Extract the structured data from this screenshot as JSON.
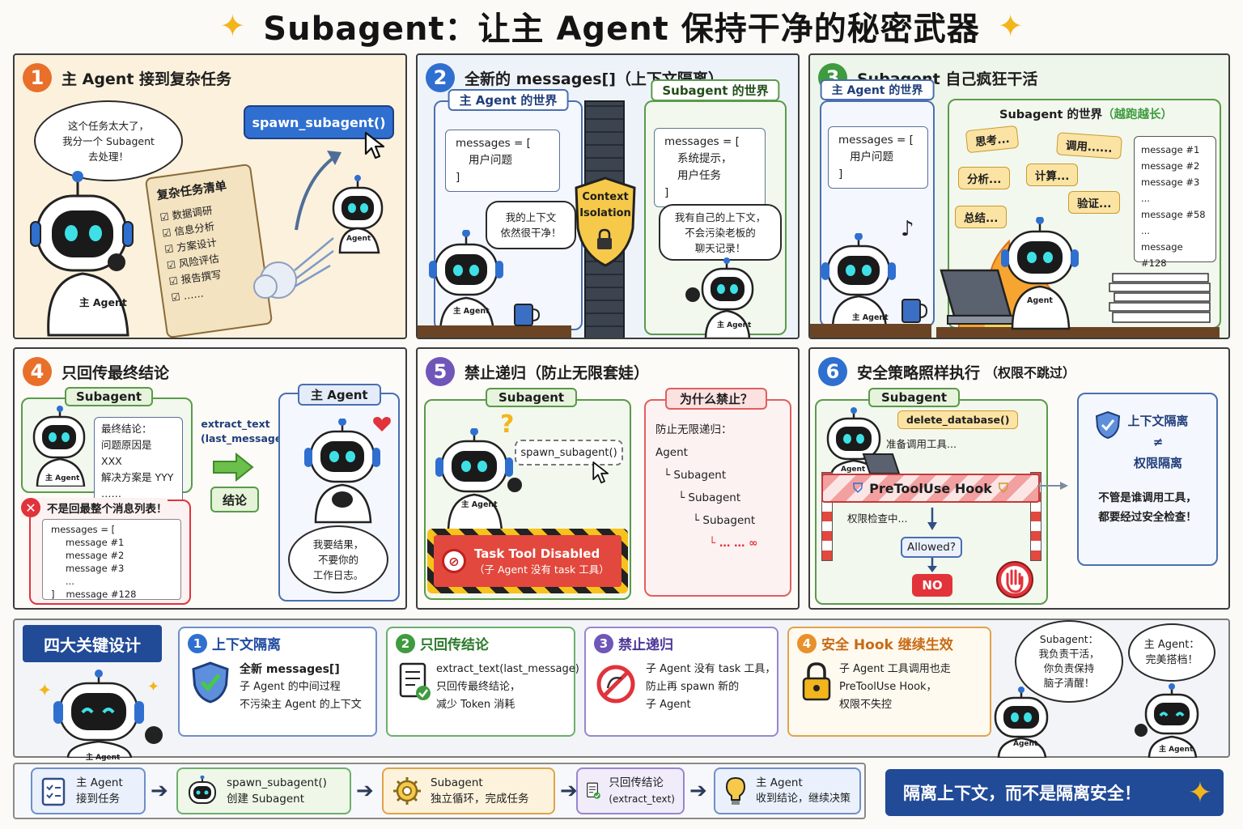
{
  "title": "Subagent：让主 Agent 保持干净的秘密武器",
  "colors": {
    "blue": "#2f6fd0",
    "orange": "#e8702a",
    "green": "#3f9b3f",
    "purple": "#6f56b8",
    "red": "#e0333b",
    "gold": "#f2b51c"
  },
  "p1": {
    "num": "1",
    "title": "主 Agent 接到复杂任务",
    "bubble": [
      "这个任务太大了，",
      "我分一个 Subagent",
      "去处理！"
    ],
    "spawn": "spawn_subagent()",
    "scroll_title": "复杂任务清单",
    "scroll_items": [
      "数据调研",
      "信息分析",
      "方案设计",
      "风险评估",
      "报告撰写",
      "……"
    ],
    "robot_label": "主 Agent",
    "mini_label": "Agent"
  },
  "p2": {
    "num": "2",
    "title": "全新的 messages[]（上下文隔离）",
    "main_tab": "主 Agent 的世界",
    "main_code": [
      "messages = [",
      "用户问题",
      "]"
    ],
    "main_bubble": [
      "我的上下文",
      "依然很干净！"
    ],
    "wall": [
      "Context",
      "Isolation"
    ],
    "sub_tab": "Subagent 的世界",
    "sub_code": [
      "messages = [",
      "系统提示，",
      "用户任务",
      "]"
    ],
    "sub_bubble": [
      "我有自己的上下文，",
      "不会污染老板的",
      "聊天记录！"
    ],
    "robot_label": "主 Agent",
    "sub_label": "主 Agent"
  },
  "p3": {
    "num": "3",
    "title": "Subagent 自己疯狂干活",
    "main_tab": "主 Agent 的世界",
    "main_code": [
      "messages = [",
      "用户问题",
      "]"
    ],
    "sub_tab": "Subagent 的世界",
    "sub_tab_note": "（越跑越长）",
    "chips": [
      "思考...",
      "调用......",
      "分析...",
      "计算...",
      "验证...",
      "总结..."
    ],
    "messages": [
      "message #1",
      "message #2",
      "message #3",
      "...",
      "message #58",
      "...",
      "message #128"
    ],
    "robot_label": "主 Agent",
    "sub_label": "Agent",
    "music_icon": "♪"
  },
  "p4": {
    "num": "4",
    "title": "只回传最终结论",
    "sub_tab": "Subagent",
    "card": [
      "最终结论：",
      "问题原因是 XXX",
      "解决方案是 YYY",
      "……"
    ],
    "sub_label": "主 Agent",
    "warn": "不是回最整个消息列表！",
    "msg_list": [
      "messages = [",
      "message #1",
      "message #2",
      "message #3",
      "...",
      "]",
      "message #128"
    ],
    "extract": [
      "extract_text",
      "(last_message)"
    ],
    "result": "结论",
    "main_tab": "主 Agent",
    "main_bubble": [
      "我要结果，",
      "不要你的",
      "工作日志。"
    ]
  },
  "p5": {
    "num": "5",
    "title": "禁止递归（防止无限套娃）",
    "sub_tab": "Subagent",
    "spawn": "spawn_subagent()",
    "robot_label": "主 Agent",
    "disabled_title": "Task Tool Disabled",
    "disabled_sub": "（子 Agent 没有 task 工具）",
    "why_tab": "为什么禁止？",
    "why_lines": [
      "防止无限递归：",
      "Agent",
      "└ Subagent",
      "└ Subagent",
      "└ Subagent",
      "└ … … ∞"
    ]
  },
  "p6": {
    "num": "6",
    "title": "安全策略照样执行",
    "title_note": "（权限不跳过）",
    "sub_tab": "Subagent",
    "call": "delete_database()",
    "preparing": "准备调用工具...",
    "sub_label": "Agent",
    "hook": "PreToolUse Hook",
    "checking": "权限检查中...",
    "allowed": "Allowed?",
    "no": "NO",
    "side": [
      "上下文隔离",
      "≠",
      "权限隔离"
    ],
    "side_note": [
      "不管是谁调用工具，",
      "都要经过安全检查！"
    ]
  },
  "key": {
    "banner": "四大关键设计",
    "robot_label": "主 Agent",
    "cards": [
      {
        "num": "1",
        "title": "上下文隔离",
        "lines": [
          "全新 messages[]",
          "子 Agent 的中间过程",
          "不污染主 Agent 的上下文"
        ],
        "icon": "shield-check-icon"
      },
      {
        "num": "2",
        "title": "只回传结论",
        "lines": [
          "extract_text(last_message)",
          "只回传最终结论，",
          "减少 Token 消耗"
        ],
        "icon": "document-check-icon"
      },
      {
        "num": "3",
        "title": "禁止递归",
        "lines": [
          "子 Agent 没有 task 工具，",
          "防止再 spawn 新的",
          "子 Agent"
        ],
        "icon": "no-recursion-icon"
      },
      {
        "num": "4",
        "title": "安全 Hook 继续生效",
        "lines": [
          "子 Agent 工具调用也走",
          "PreToolUse Hook，",
          "权限不失控"
        ],
        "icon": "lock-icon"
      }
    ],
    "bubble_sub": [
      "Subagent：",
      "我负责干活，",
      "你负责保持",
      "脑子清醒！"
    ],
    "bubble_main": [
      "主 Agent：",
      "完美搭档！"
    ],
    "sub_label": "Agent",
    "main_label": "主 Agent"
  },
  "flow": [
    {
      "line1": "主 Agent",
      "line2": "接到任务",
      "icon": "checklist-icon"
    },
    {
      "line1": "spawn_subagent()",
      "line2": "创建 Subagent",
      "icon": "robot-icon"
    },
    {
      "line1": "Subagent",
      "line2": "独立循环，完成任务",
      "icon": "gear-icon"
    },
    {
      "line1": "只回传结论",
      "line2": "(extract_text)",
      "icon": "document-check-icon"
    },
    {
      "line1": "主 Agent",
      "line2": "收到结论，继续决策",
      "icon": "lightbulb-icon"
    }
  ],
  "arrow": "➔",
  "tagline": "隔离上下文，而不是隔离安全！"
}
